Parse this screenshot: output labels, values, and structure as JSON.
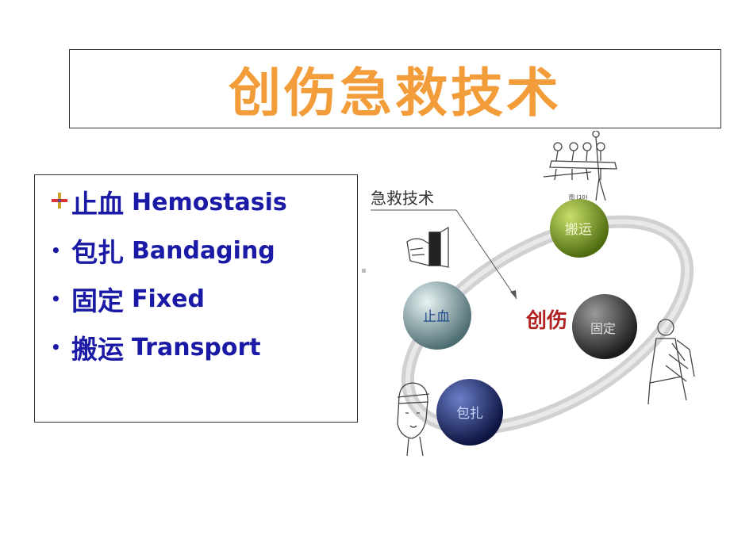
{
  "title": "创伤急救技术",
  "list": {
    "items": [
      {
        "zh": "止血",
        "en": "Hemostasis",
        "bullet": "flag-bullet-icon"
      },
      {
        "zh": "包扎",
        "en": "Bandaging",
        "bullet": "•"
      },
      {
        "zh": "固定",
        "en": "Fixed",
        "bullet": "•"
      },
      {
        "zh": "搬运",
        "en": "Transport",
        "bullet": "•"
      }
    ]
  },
  "diagram": {
    "label": "急救技术",
    "center": "创伤",
    "nodes": [
      {
        "label": "搬运",
        "color": "#6b8a1a"
      },
      {
        "label": "止血",
        "color": "#8fb0b5"
      },
      {
        "label": "固定",
        "color": "#3a3a3a"
      },
      {
        "label": "包扎",
        "color": "#1b2a6b"
      }
    ],
    "small_caption": "图 (10)"
  }
}
